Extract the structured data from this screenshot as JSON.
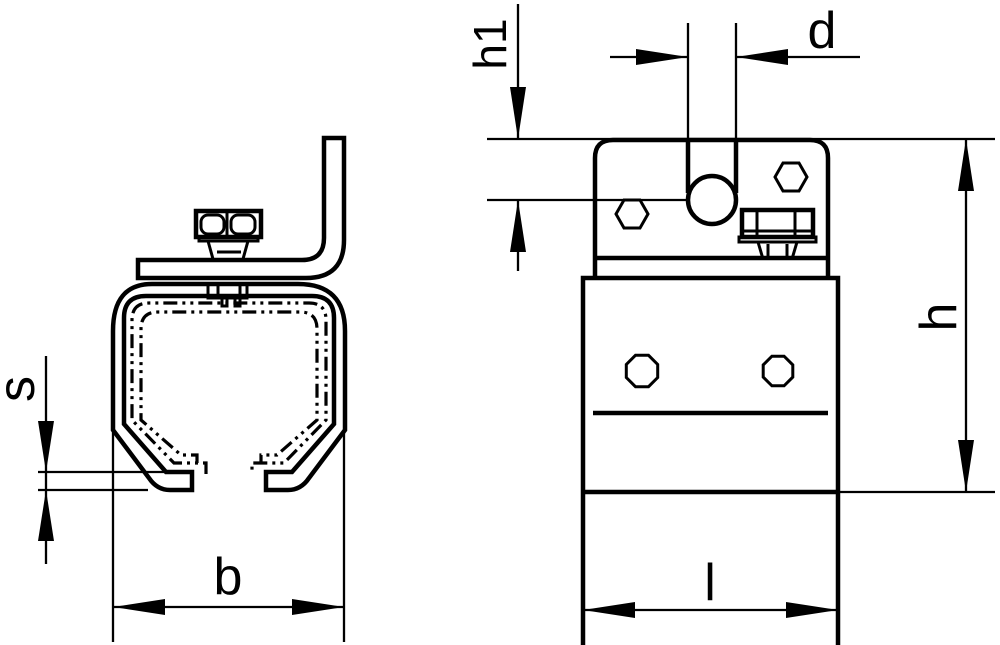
{
  "page": {
    "background": "#ffffff",
    "line_color": "#000000"
  },
  "labels": {
    "s": "s",
    "b": "b",
    "h1": "h1",
    "d": "d",
    "h": "h",
    "l": "l"
  }
}
